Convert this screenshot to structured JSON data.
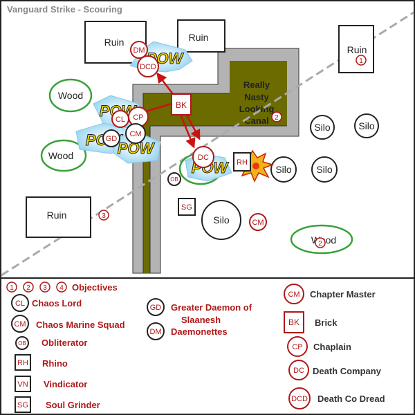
{
  "title": "Vanguard Strike - Scouring",
  "colors": {
    "unit_red": "#b01818",
    "canal": "#6b6b00",
    "road": "#b3b3b3",
    "wood": "#3aa03a",
    "deploy_line": "#aaaaaa"
  },
  "terrain": {
    "ruin_top_left": "Ruin",
    "ruin_top_mid": "Ruin",
    "ruin_top_right": "Ruin",
    "ruin_mid_left": "Ruin",
    "wood_1": "Wood",
    "wood_2": "Wood",
    "wood_3": "Wood",
    "silo_1": "Silo",
    "silo_2": "Silo",
    "silo_3": "Silo",
    "silo_4": "Silo",
    "silo_5": "Silo",
    "canal_line1": "Really",
    "canal_line2": "Nasty",
    "canal_line3": "Looking",
    "canal_line4": "Canal",
    "pow_text": "POW"
  },
  "objectives": {
    "obj1": "1",
    "obj2": "2",
    "obj3": "3",
    "obj4": "2"
  },
  "units": {
    "dm": "DM",
    "dcd": "DCD",
    "bk": "BK",
    "cl": "CL",
    "cp": "CP",
    "cm_chaos": "CM",
    "gd": "GD",
    "dc": "DC",
    "rh": "RH",
    "ob": "OB",
    "sg": "SG",
    "cm_master": "CM"
  },
  "legend": {
    "objectives_marks": [
      "1",
      "2",
      "3",
      "4"
    ],
    "objectives_label": "Objectives",
    "left": [
      {
        "code": "CL",
        "label": "Chaos Lord",
        "shape": "circle"
      },
      {
        "code": "CM",
        "label": "Chaos Marine Squad",
        "shape": "circle"
      },
      {
        "code": "OB",
        "label": "Obliterator",
        "shape": "circle"
      },
      {
        "code": "RH",
        "label": "Rhino",
        "shape": "square"
      },
      {
        "code": "VN",
        "label": "Vindicator",
        "shape": "square"
      },
      {
        "code": "SG",
        "label": "Soul Grinder",
        "shape": "square"
      }
    ],
    "middle": [
      {
        "code": "GD",
        "label_line1": "Greater Daemon of",
        "label_line2": "Slaanesh"
      },
      {
        "code": "DM",
        "label": "Daemonettes"
      }
    ],
    "right": [
      {
        "code": "CM",
        "label": "Chapter Master",
        "shape": "circle"
      },
      {
        "code": "BK",
        "label": "Brick",
        "shape": "square"
      },
      {
        "code": "CP",
        "label": "Chaplain",
        "shape": "circle"
      },
      {
        "code": "DC",
        "label": "Death Company",
        "shape": "circle"
      },
      {
        "code": "DCD",
        "label": "Death Co Dread",
        "shape": "circle"
      }
    ]
  }
}
